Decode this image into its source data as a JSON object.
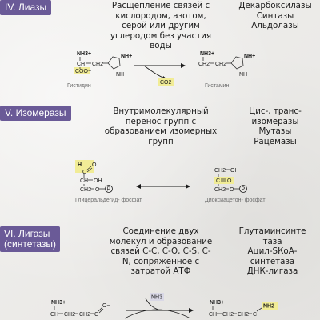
{
  "sections": [
    {
      "badge": "IV. Лиазы",
      "description": "Расщепление связей с\nкислородом, азотом,\nсерой или другим\nуглеродом без участия\nводы",
      "examples": "Декарбоксилазы\nСинтазы\nАльдолазы",
      "reaction": {
        "substrate_name": "Гистидин",
        "product_name": "Гистамин",
        "released": "CO2",
        "substrate_groups": [
          "NH3+",
          "CH",
          "CH2",
          "COO−",
          "NH+",
          "NH"
        ],
        "product_groups": [
          "NH3+",
          "CH2",
          "CH2",
          "NH+",
          "NH"
        ]
      }
    },
    {
      "badge": "V. Изомеразы",
      "description": "Внутримолекулярный\nперенос групп с\nобразованием изомерных\nгрупп",
      "examples": "Цис-, транс-\nизомеразы\nМутазы\nРацемазы",
      "reaction": {
        "substrate_name": "Глицеральдегид-\nфосфат",
        "product_name": "Диоксиацетон-\nфосфат",
        "substrate_groups": [
          "H",
          "C",
          "O",
          "CH",
          "OH",
          "CH2",
          "O",
          "P"
        ],
        "product_groups": [
          "CH2",
          "OH",
          "C",
          "O",
          "CH2",
          "O",
          "P"
        ]
      }
    },
    {
      "badge": "VI. Лигазы\n(синтетазы)",
      "description": "Соединение двух\nмолекул и образование\nсвязей C-C, C-O, C-S, C-\nN, сопряженное с\nзатратой АТФ",
      "examples": "Глутаминсинте\nтаза\nАцил-SКоА-\nсинтетаза\nДНК-лигаза",
      "reaction": {
        "added": "NH3",
        "substrate_groups": [
          "NH3+",
          "CH",
          "CH2",
          "CH2",
          "C",
          "O−"
        ],
        "product_groups": [
          "NH3+",
          "CH",
          "CH2",
          "CH2",
          "C",
          "NH2"
        ]
      }
    }
  ]
}
